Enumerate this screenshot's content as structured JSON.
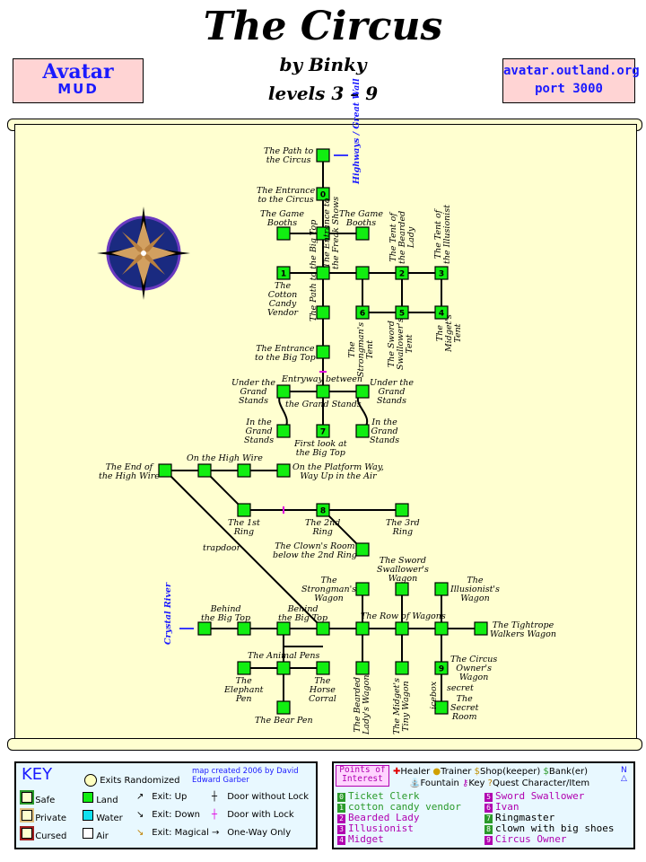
{
  "header": {
    "title": "The Circus",
    "author": "by Binky",
    "levels": "levels 3 – 9",
    "left_banner": {
      "name": "Avatar",
      "sub": "MUD"
    },
    "right_banner": {
      "line1": "avatar.outland.org",
      "line2": "port 3000"
    }
  },
  "map": {
    "edge_labels": {
      "north": "Highways / Great Wall",
      "west": "Crystal River"
    },
    "rooms": {
      "path_to_circus": "The Path to\nthe Circus",
      "entrance_circus": "The Entrance\nto the Circus",
      "game_booths_w": "The Game\nBooths",
      "game_booths_e": "The Game\nBooths",
      "path_big_top": "The Path to the Big Top",
      "entrance_freak": "The Entrance to\nthe Freak Shows",
      "tent_bearded": "The Tent of\nthe Bearded\nLady",
      "tent_illusionist": "The Tent of\nthe Illusionist",
      "cotton_candy": "The\nCotton\nCandy\nVendor",
      "strongman_tent": "The\nStrongman's\nTent",
      "sword_tent": "The Sword\nSwallower's\nTent",
      "midget_tent": "The\nMidget's\nTent",
      "entrance_big_top": "The Entrance\nto the Big Top",
      "entryway": "Entryway between",
      "grand_stands": "the Grand Stands",
      "under_w": "Under the\nGrand\nStands",
      "under_e": "Under the\nGrand\nStands",
      "in_w": "In the\nGrand\nStands",
      "in_e": "In the\nGrand\nStands",
      "first_look": "First look at\nthe Big Top",
      "end_wire": "The End of\nthe High Wire",
      "on_wire": "On the High Wire",
      "platform": "On the Platform Way,\nWay Up in the Air",
      "ring1": "The 1st\nRing",
      "ring2": "The 2nd\nRing",
      "ring3": "The 3rd\nRing",
      "trapdoor": "trapdoor",
      "clown_room": "The Clown's Room\nbelow the 2nd Ring",
      "strongman_wagon": "The\nStrongman's\nWagon",
      "sword_wagon": "The Sword\nSwallower's\nWagon",
      "illusionist_wagon": "The\nIllusionist's\nWagon",
      "behind_w": "Behind\nthe Big Top",
      "behind_e": "Behind\nthe Big Top",
      "row_wagons": "The Row of Wagons",
      "tightrope": "The Tightrope\nWalkers Wagon",
      "animal_pens": "The Animal Pens",
      "elephant": "The\nElephant\nPen",
      "horse": "The\nHorse\nCorral",
      "bear": "The Bear Pen",
      "bearded_wagon": "The Bearded\nLady's Wagon",
      "midget_wagon": "The Midget's\nTiny Wagon",
      "icebox": "icebox",
      "owner_wagon": "The Circus\nOwner's\nWagon",
      "secret": "secret",
      "secret_room": "The\nSecret\nRoom"
    },
    "room_numbers": [
      "0",
      "1",
      "2",
      "3",
      "4",
      "5",
      "6",
      "7",
      "8",
      "9"
    ]
  },
  "key": {
    "title": "KEY",
    "randomized": "Exits Randomized",
    "credit": "map created 2006 by David Edward Garber",
    "items": [
      "Safe",
      "Private",
      "Cursed",
      "Land",
      "Water",
      "Air",
      "Exit: Up",
      "Exit: Down",
      "Exit: Magical",
      "Door without Lock",
      "Door with Lock",
      "One-Way Only"
    ]
  },
  "poi": {
    "title": "Points of Interest",
    "legend": [
      "Healer",
      "Trainer",
      "Shop(keeper)",
      "Bank(er)",
      "Fountain",
      "Key",
      "Quest Character/Item"
    ],
    "entries": [
      {
        "n": "0",
        "text": "Ticket Clerk",
        "color": "#2a9a2a"
      },
      {
        "n": "1",
        "text": "cotton candy vendor",
        "color": "#2a9a2a"
      },
      {
        "n": "2",
        "text": "Bearded Lady",
        "color": "#b000b0"
      },
      {
        "n": "3",
        "text": "Illusionist",
        "color": "#b000b0"
      },
      {
        "n": "4",
        "text": "Midget",
        "color": "#b000b0"
      },
      {
        "n": "5",
        "text": "Sword Swallower",
        "color": "#b000b0"
      },
      {
        "n": "6",
        "text": "Ivan",
        "color": "#b000b0"
      },
      {
        "n": "7",
        "text": "Ringmaster",
        "color": "#000000"
      },
      {
        "n": "8",
        "text": "clown with big shoes",
        "color": "#000000"
      },
      {
        "n": "9",
        "text": "Circus Owner",
        "color": "#b000b0"
      }
    ]
  }
}
